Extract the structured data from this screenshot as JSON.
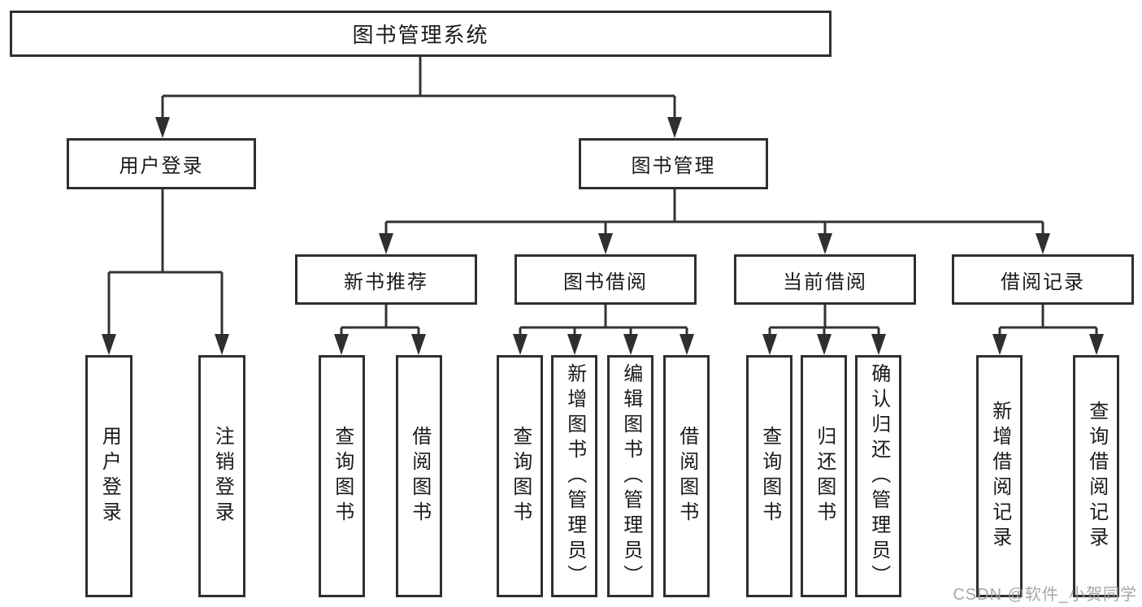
{
  "diagram": {
    "root": {
      "label": "图书管理系统"
    },
    "branches": [
      {
        "label": "用户登录",
        "children": [
          {
            "label": "用户登录"
          },
          {
            "label": "注销登录"
          }
        ]
      },
      {
        "label": "图书管理",
        "children": [
          {
            "label": "新书推荐",
            "children": [
              {
                "label": "查询图书"
              },
              {
                "label": "借阅图书"
              }
            ]
          },
          {
            "label": "图书借阅",
            "children": [
              {
                "label": "查询图书"
              },
              {
                "label": "新增图书（管理员）"
              },
              {
                "label": "编辑图书（管理员）"
              },
              {
                "label": "借阅图书"
              }
            ]
          },
          {
            "label": "当前借阅",
            "children": [
              {
                "label": "查询图书"
              },
              {
                "label": "归还图书"
              },
              {
                "label": "确认归还（管理员）"
              }
            ]
          },
          {
            "label": "借阅记录",
            "children": [
              {
                "label": "新增借阅记录"
              },
              {
                "label": "查询借阅记录"
              }
            ]
          }
        ]
      }
    ]
  },
  "watermark": {
    "text": "CSDN @软件_小贺同学"
  },
  "colors": {
    "line": "#333333",
    "text": "#1a1a1a",
    "watermark": "#a3a3a3",
    "background": "#ffffff"
  }
}
